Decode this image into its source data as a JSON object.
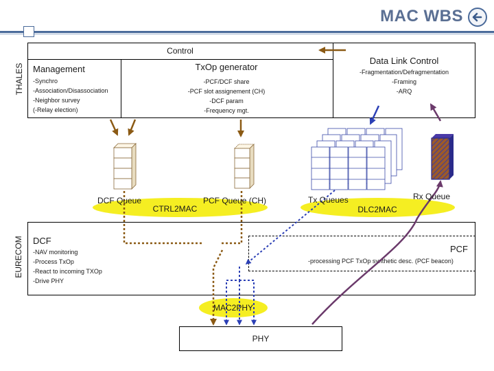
{
  "header": {
    "title": "MAC WBS",
    "back_icon": "left-arrow-circle-icon",
    "accent": "#4a6a9a"
  },
  "side_labels": {
    "thales": "THALES",
    "eurecom": "EURECOM"
  },
  "thales_block": {
    "control_label": "Control",
    "management": {
      "title": "Management",
      "items": [
        "-Synchro",
        "-Association/Disassociation",
        "-Neighbor survey",
        "(-Relay election)"
      ]
    },
    "txop": {
      "title": "TxOp generator",
      "items": [
        "-PCF/DCF share",
        "-PCF slot assignement (CH)",
        "-DCF param",
        "-Frequency mgt."
      ]
    },
    "dlc": {
      "title": "Data Link Control",
      "items": [
        "-Fragmentation/Defragmentation",
        "-Framing",
        "-ARQ"
      ]
    }
  },
  "queues": {
    "dcf": "DCF Queue",
    "pcf": "PCF Queue (CH)",
    "tx": "Tx Queues",
    "rx": "Rx Queue"
  },
  "interfaces": {
    "ctrl2mac": "CTRL2MAC",
    "dlc2mac": "DLC2MAC",
    "mac2phy": "MAC2PHY"
  },
  "eurecom_block": {
    "dcf": {
      "title": "DCF",
      "items": [
        "-NAV monitoring",
        "-Process TxOp",
        "-React to incoming TXOp",
        "-Drive PHY"
      ]
    },
    "pcf": {
      "title": "PCF",
      "items": [
        "-processing PCF TxOp synthetic desc. (PCF beacon)"
      ]
    }
  },
  "phy": {
    "label": "PHY"
  },
  "colors": {
    "brown": "#8b5a14",
    "blue": "#2b3fb5",
    "purple": "#6b3a6b",
    "yellow": "#f5ee22",
    "cube_line": "#3a4aa8",
    "rx_fill": "#9c5a2a"
  }
}
